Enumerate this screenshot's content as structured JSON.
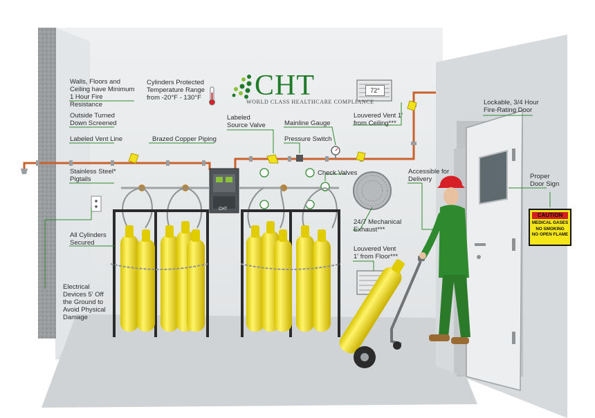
{
  "logo": {
    "brand": "CHT",
    "tagline": "World Class Healthcare Compliance"
  },
  "labels": {
    "walls": "Walls, Floors and Ceiling have Minimum 1 Hour Fire Resistance",
    "cylinders_temp": "Cylinders Protected Temperature Range from -20°F - 130°F",
    "outside_turned": "Outside Turned Down Screened",
    "vent_line": "Labeled Vent Line",
    "copper": "Brazed Copper Piping",
    "source_valve": "Labeled Source Valve",
    "mainline_gauge": "Mainline Gauge",
    "pressure_switch": "Pressure Switch",
    "pigtails": "Stainless Steel* Pigtails",
    "check_valves": "Check Valves",
    "accessible": "Accessible for Delivery",
    "louvered_ceiling": "Louvered Vent 1' from Ceiling***",
    "lockable_door": "Lockable, 3/4 Hour Fire-Rating Door",
    "door_sign": "Proper Door Sign",
    "all_secured": "All Cylinders Secured",
    "exhaust": "24/7 Mechanical Exhaust***",
    "louvered_floor": "Louvered Vent 1' from Floor***",
    "electrical": "Electrical Devices 5' Off the Ground to Avoid Physical Damage"
  },
  "vent_temp": "72°",
  "panel_brand": "CHT",
  "sign": {
    "caution": "CAUTION",
    "line1": "MEDICAL GASES",
    "line2": "NO SMOKING",
    "line3": "NO OPEN FLAME"
  },
  "colors": {
    "copper": "#c8612c",
    "cylinder": "#f2e21c",
    "brand_green": "#1f7a2a",
    "worker": "#2f8a2f",
    "helmet": "#d61f26"
  }
}
